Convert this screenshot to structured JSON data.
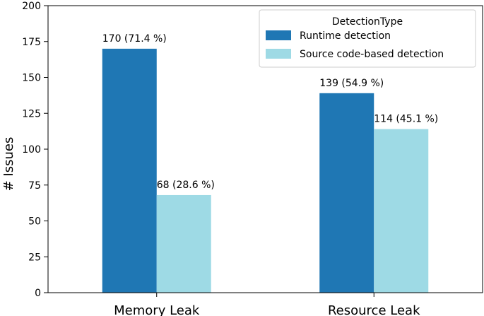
{
  "chart_data": {
    "type": "bar",
    "categories": [
      "Memory Leak",
      "Resource Leak"
    ],
    "series": [
      {
        "name": "Runtime detection",
        "values": [
          170,
          139
        ],
        "labels": [
          "170 (71.4 %)",
          "139 (54.9 %)"
        ],
        "color": "#1f77b4"
      },
      {
        "name": "Source code-based detection",
        "values": [
          68,
          114
        ],
        "labels": [
          "68 (28.6 %)",
          "114 (45.1 %)"
        ],
        "color": "#9edae5"
      }
    ],
    "ylabel": "# Issues",
    "xlabel": "",
    "ylim": [
      0,
      200
    ],
    "yticks": [
      0,
      25,
      50,
      75,
      100,
      125,
      150,
      175,
      200
    ],
    "legend": {
      "title": "DetectionType",
      "placement": "top-right"
    },
    "grid": false
  }
}
